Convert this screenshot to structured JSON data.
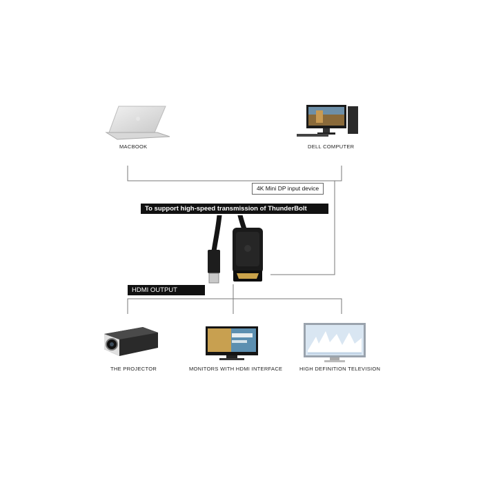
{
  "devices_top": [
    {
      "name": "macbook",
      "label": "MACBOOK"
    },
    {
      "name": "dell-computer",
      "label": "DELL COMPUTER"
    }
  ],
  "input_tag": "4K Mini DP input device",
  "banner": "To support high-speed transmission of ThunderBolt",
  "output_tag": "HDMI OUTPUT",
  "devices_bottom": [
    {
      "name": "projector",
      "label": "THE PROJECTOR"
    },
    {
      "name": "monitor",
      "label": "MONITORS WITH HDMI INTERFACE"
    },
    {
      "name": "tv",
      "label": "HIGH DEFINITION TELEVISION"
    }
  ],
  "colors": {
    "line": "#777777",
    "cable": "#151515",
    "gold": "#c9a24a"
  }
}
